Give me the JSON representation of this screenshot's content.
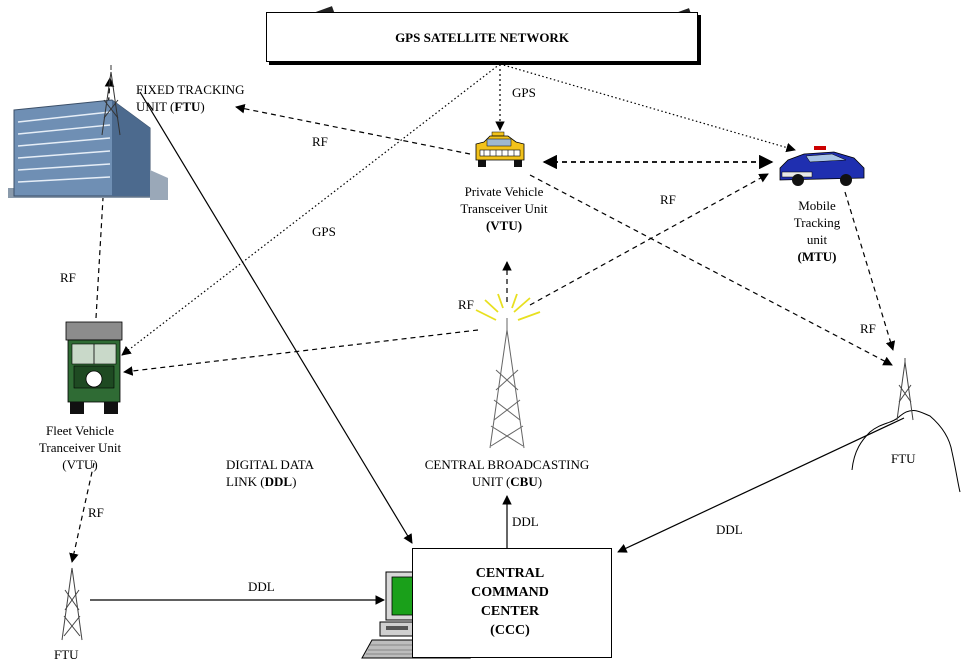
{
  "network": {
    "title": "GPS SATELLITE NETWORK",
    "gps_label_1": "GPS",
    "gps_label_2": "GPS"
  },
  "nodes": {
    "ftu_fixed": {
      "line1": "FIXED TRACKING",
      "line2_pre": "UNIT (",
      "line2_bold": "FTU",
      "line2_post": ")"
    },
    "vtu_private": {
      "line1": "Private Vehicle",
      "line2": "Transceiver Unit",
      "line3": "(VTU)"
    },
    "mtu": {
      "line1": "Mobile",
      "line2": "Tracking",
      "line3": "unit",
      "line4": "(MTU)"
    },
    "vtu_fleet": {
      "line1": "Fleet Vehicle",
      "line2": "Tranceiver Unit",
      "line3": "(VTU)"
    },
    "cbu": {
      "line1": "CENTRAL BROADCASTING",
      "line2_pre": "UNIT (",
      "line2_bold": "CBU",
      "line2_post": ")"
    },
    "ddl_main": {
      "line1": "DIGITAL DATA",
      "line2_pre": "LINK  (",
      "line2_bold": "DDL",
      "line2_post": ")"
    },
    "ccc": {
      "line1": "CENTRAL",
      "line2": "COMMAND",
      "line3": "CENTER",
      "line4": "(CCC)"
    },
    "ftu_right": "FTU",
    "ftu_bottom": "FTU"
  },
  "links": {
    "rf_1": "RF",
    "rf_2": "RF",
    "rf_3": "RF",
    "rf_4": "RF",
    "rf_5": "RF",
    "rf_6": "RF",
    "ddl_1": "DDL",
    "ddl_2": "DDL",
    "ddl_3": "DDL"
  },
  "colors": {
    "taxi": "#f2c21b",
    "police": "#1f2fb0",
    "truck": "#2f6b34",
    "monitor": "#1aa01a",
    "building": "#6f8fb4",
    "flash": "#e8e020"
  }
}
